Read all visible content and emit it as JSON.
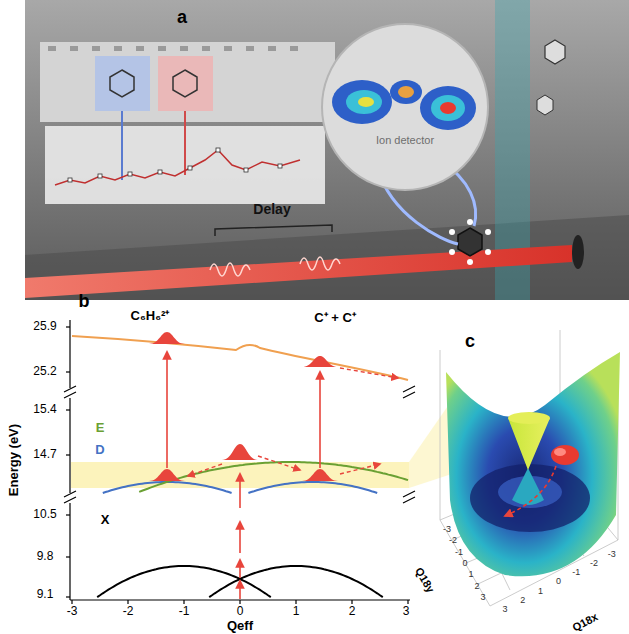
{
  "diagram": {
    "nodes": [
      {
        "text": [
          "Ion detector"
        ]
      }
    ],
    "labels": [
      "a",
      "Delay",
      "b",
      "25.9",
      "25.2",
      "15.4",
      "14.7",
      "10.5",
      "9.8",
      "9.1",
      "Energy (eV)",
      "C₆H₆²⁺",
      "C⁺ + C⁺",
      "E",
      "D",
      "X",
      "-3",
      "-2",
      "-1",
      "0",
      "1",
      "2",
      "3",
      "Qeff",
      "c",
      "Q18y",
      "Q18x",
      "-3",
      "-2",
      "-1",
      "0",
      "1",
      "2",
      "3",
      "3",
      "2",
      "1",
      "0",
      "-1",
      "-2",
      "-3"
    ]
  }
}
